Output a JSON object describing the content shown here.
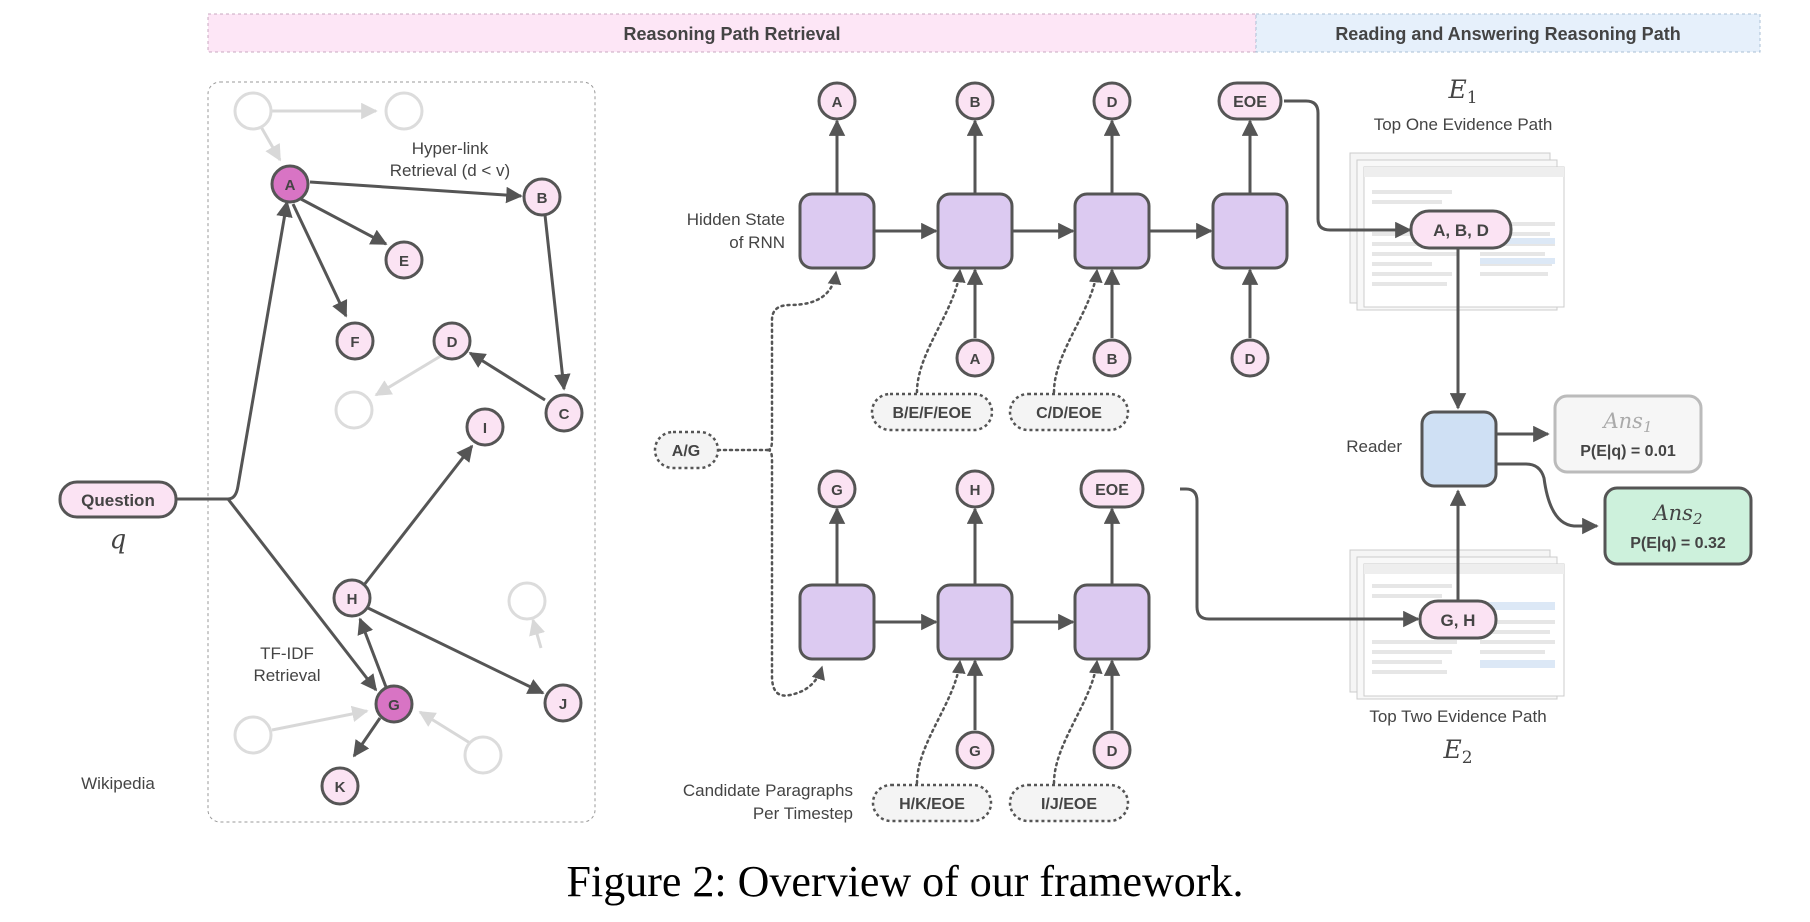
{
  "banner": {
    "retrieval_label": "Reasoning Path Retrieval",
    "reading_label": "Reading and Answering Reasoning Path"
  },
  "graph": {
    "question_label": "Question",
    "question_symbol": "q",
    "hyperlink_label_line1": "Hyper-link",
    "hyperlink_label_line2": "Retrieval (d < v)",
    "tfidf_label_line1": "TF-IDF",
    "tfidf_label_line2": "Retrieval",
    "wikipedia_label": "Wikipedia",
    "nodes": {
      "A": "A",
      "B": "B",
      "C": "C",
      "D": "D",
      "E": "E",
      "F": "F",
      "G": "G",
      "H": "H",
      "I": "I",
      "J": "J",
      "K": "K"
    }
  },
  "rnn": {
    "hidden_state_line1": "Hidden State",
    "hidden_state_line2": "of RNN",
    "candidate_line1": "Candidate Paragraphs",
    "candidate_line2": "Per Timestep",
    "start_candidates": "A/G",
    "top_outputs": [
      "A",
      "B",
      "D",
      "EOE"
    ],
    "top_inputs": [
      "A",
      "B",
      "D"
    ],
    "top_candidates": [
      "B/E/F/EOE",
      "C/D/EOE"
    ],
    "bottom_outputs": [
      "G",
      "H",
      "EOE"
    ],
    "bottom_inputs": [
      "G",
      "D"
    ],
    "bottom_candidates": [
      "H/K/EOE",
      "I/J/EOE"
    ]
  },
  "reader": {
    "e1_symbol": "E",
    "e1_sub": "1",
    "e1_label": "Top One Evidence Path",
    "e1_path": "A, B, D",
    "e2_symbol": "E",
    "e2_sub": "2",
    "e2_label": "Top Two Evidence Path",
    "e2_path": "G, H",
    "reader_label": "Reader",
    "ans1_symbol": "Ans",
    "ans1_sub": "1",
    "ans1_prob": "P(E|q) = 0.01",
    "ans2_symbol": "Ans",
    "ans2_sub": "2",
    "ans2_prob": "P(E|q) = 0.32"
  },
  "caption": "Figure 2: Overview of our framework.",
  "colors": {
    "node_pink": "#fbe3f3",
    "node_magenta": "#d874c4",
    "rnn_purple": "#dccaf1",
    "reader_blue": "#cfe0f4",
    "ans2_green": "#cdf1dc",
    "banner_pink": "#fde6f6",
    "banner_blue": "#e6f0fb"
  }
}
